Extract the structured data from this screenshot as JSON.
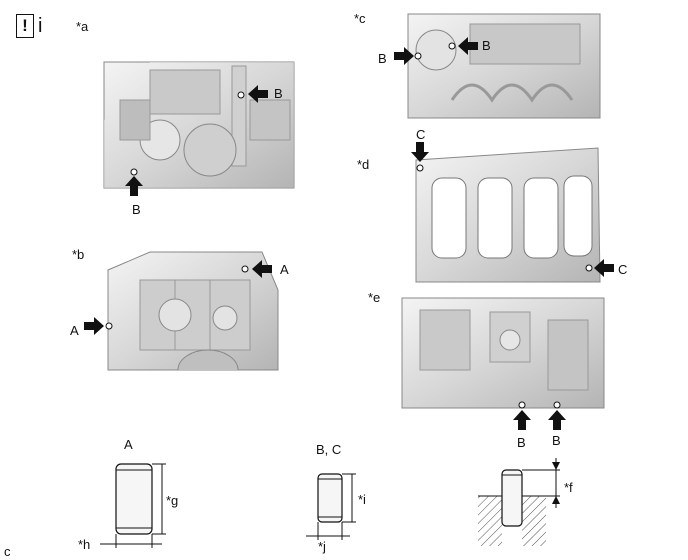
{
  "header": {
    "notice_icon": "exclamation-mark-box-icon",
    "notice_text": "i"
  },
  "views": {
    "a": {
      "tag": "*a",
      "pin_label_right": "B",
      "pin_label_bottom": "B"
    },
    "b": {
      "tag": "*b",
      "pin_label_right": "A",
      "pin_label_left": "A"
    },
    "c": {
      "tag": "*c",
      "pin_label_left": "B",
      "pin_label_right": "B"
    },
    "d": {
      "tag": "*d",
      "pin_label_top": "C",
      "pin_label_right": "C"
    },
    "e": {
      "tag": "*e",
      "pin_label_1": "B",
      "pin_label_2": "B"
    }
  },
  "pin_details": {
    "pin_a": {
      "title": "A",
      "height_tag": "*g",
      "diameter_tag": "*h"
    },
    "pin_bc": {
      "title": "B, C",
      "height_tag": "*i",
      "diameter_tag": "*j"
    },
    "installed": {
      "protrusion_tag": "*f"
    }
  },
  "footer": {
    "figure_tag": "c"
  }
}
